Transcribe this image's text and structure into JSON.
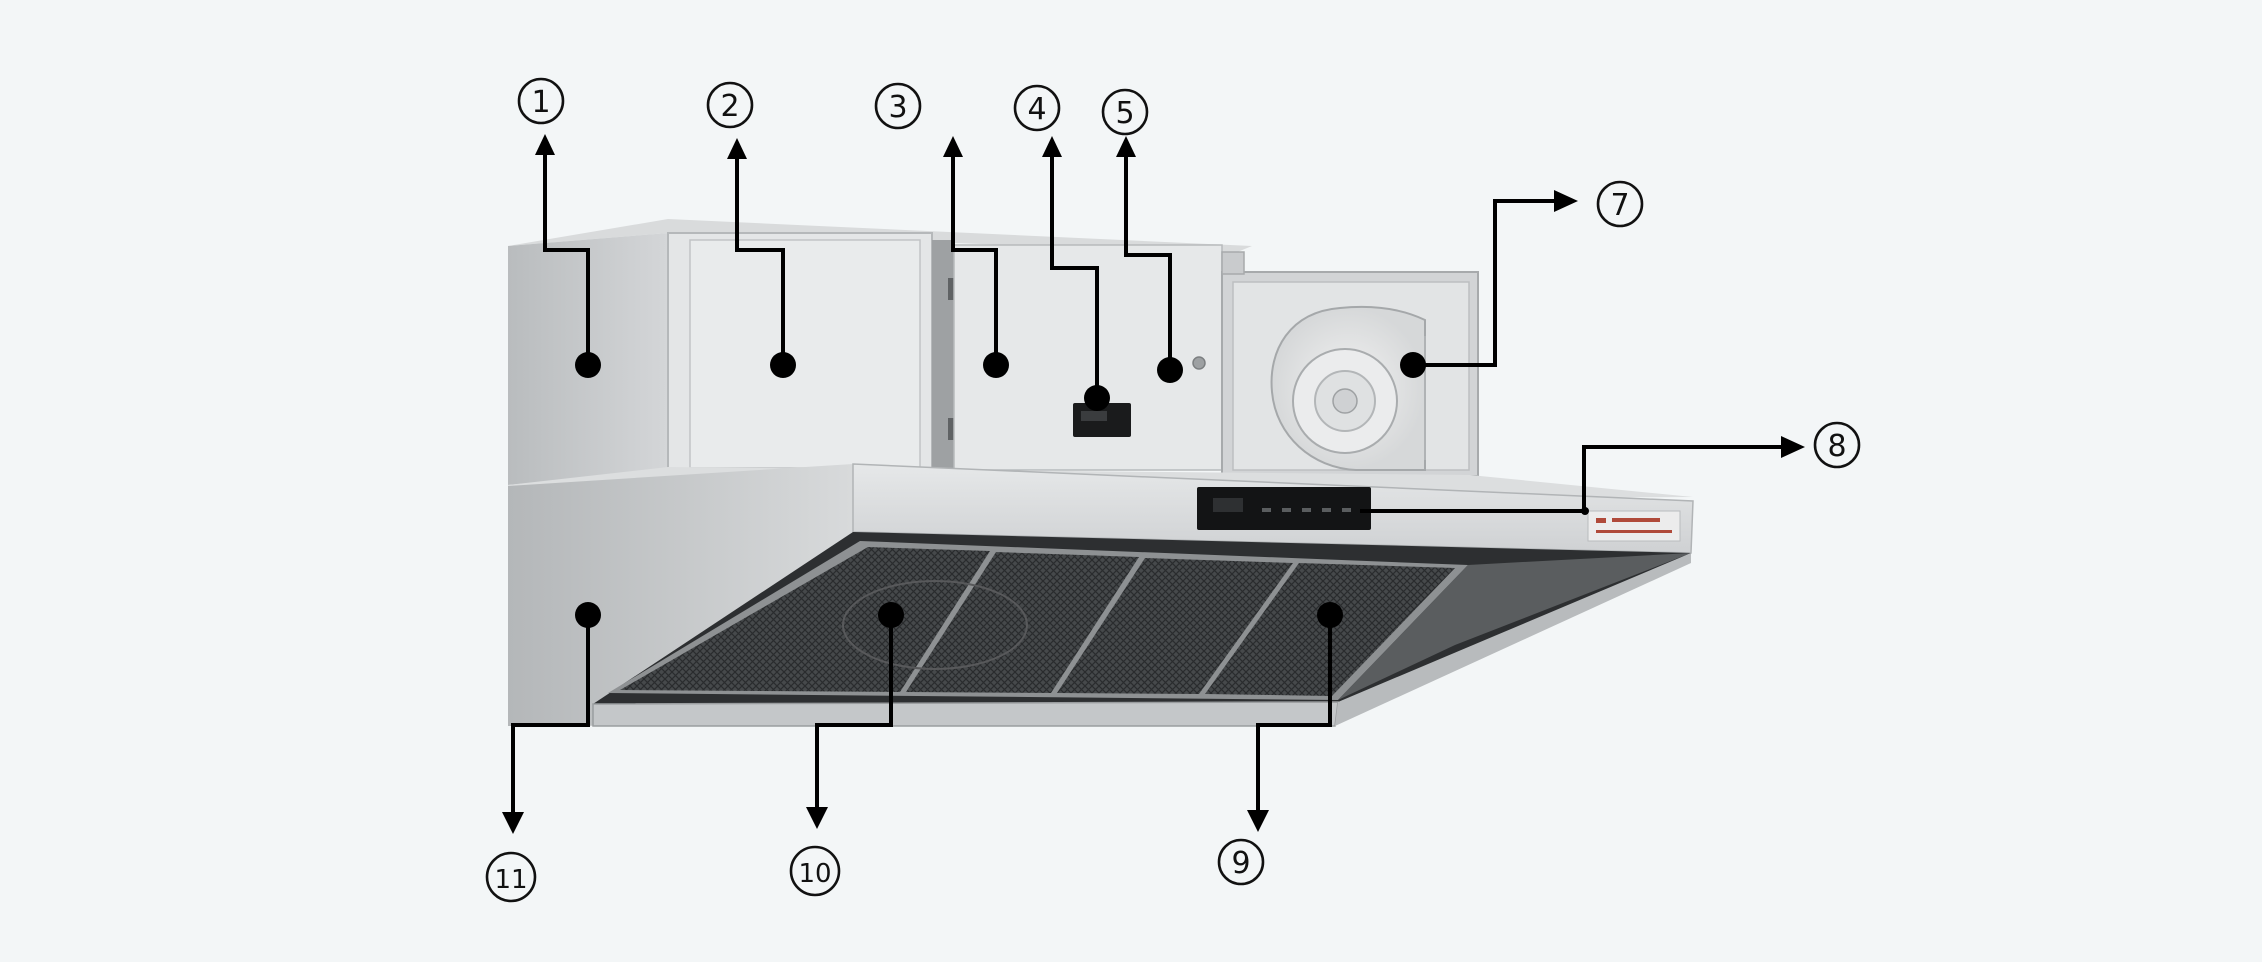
{
  "diagram": {
    "title": "",
    "callouts": [
      {
        "id": "c1",
        "label": "1"
      },
      {
        "id": "c2",
        "label": "2"
      },
      {
        "id": "c3",
        "label": "3"
      },
      {
        "id": "c4",
        "label": "4"
      },
      {
        "id": "c5",
        "label": "5"
      },
      {
        "id": "c7",
        "label": "7"
      },
      {
        "id": "c8",
        "label": "8"
      },
      {
        "id": "c9",
        "label": "9"
      },
      {
        "id": "c10",
        "label": "10"
      },
      {
        "id": "c11",
        "label": "11"
      }
    ]
  },
  "colors": {
    "background": "#f3f6f7",
    "stainless_light": "#e2e4e5",
    "stainless_mid": "#c9cbcd",
    "stainless_dark": "#a9acae",
    "filter_mesh": "#3b3d3f",
    "control_panel": "#111111",
    "leader_line": "#000000"
  },
  "icons": [
    "arrow-head-icon",
    "anchor-dot-icon",
    "fan-icon"
  ]
}
